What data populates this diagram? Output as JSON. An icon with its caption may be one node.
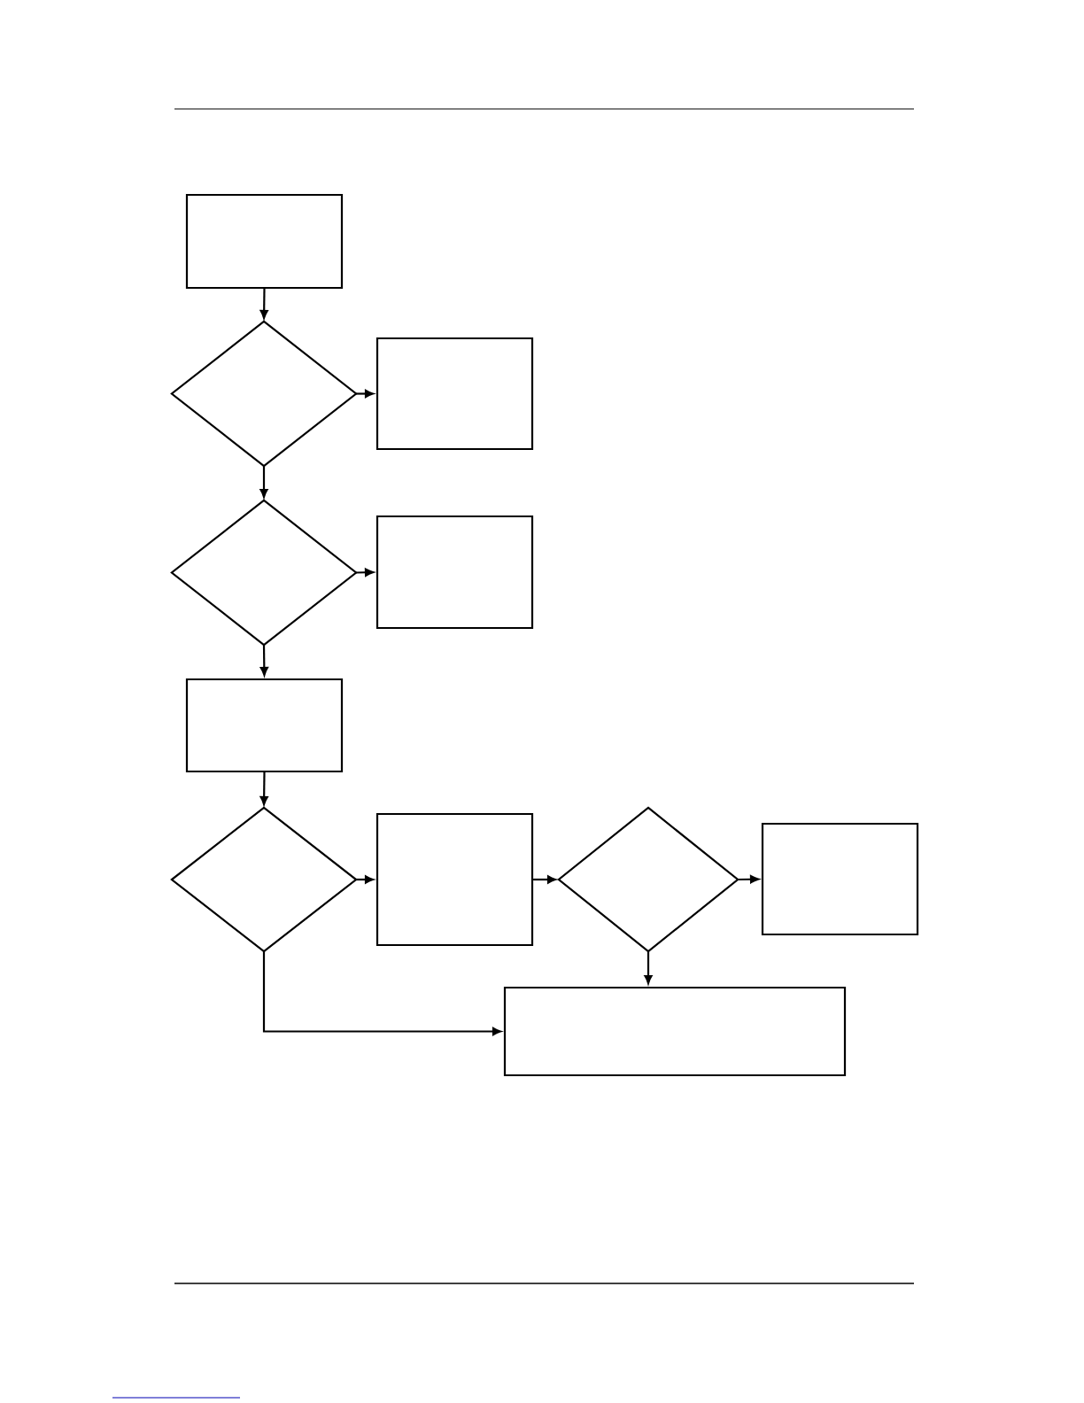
{
  "diagram": {
    "nodes": [
      {
        "text": [],
        "shape": "box"
      },
      {
        "text": [],
        "shape": "diamond"
      },
      {
        "text": [],
        "shape": "box"
      },
      {
        "text": [],
        "shape": "diamond"
      },
      {
        "text": [],
        "shape": "box"
      },
      {
        "text": [],
        "shape": "box"
      },
      {
        "text": [],
        "shape": "diamond"
      },
      {
        "text": [],
        "shape": "box"
      },
      {
        "text": [],
        "shape": "diamond"
      },
      {
        "text": [],
        "shape": "box"
      },
      {
        "text": [],
        "shape": "box"
      }
    ],
    "edges": [
      {
        "from": 0,
        "to": 1,
        "arrow": "to"
      },
      {
        "from": 1,
        "to": 2,
        "arrow": "to"
      },
      {
        "from": 1,
        "to": 3,
        "arrow": "to"
      },
      {
        "from": 3,
        "to": 4,
        "arrow": "to"
      },
      {
        "from": 3,
        "to": 5,
        "arrow": "to"
      },
      {
        "from": 5,
        "to": 6,
        "arrow": "to"
      },
      {
        "from": 6,
        "to": 7,
        "arrow": "to"
      },
      {
        "from": 7,
        "to": 8,
        "arrow": "to"
      },
      {
        "from": 8,
        "to": 9,
        "arrow": "to"
      },
      {
        "from": 8,
        "to": 10,
        "arrow": "to"
      },
      {
        "from": 6,
        "to": 10,
        "arrow": "to"
      }
    ]
  }
}
